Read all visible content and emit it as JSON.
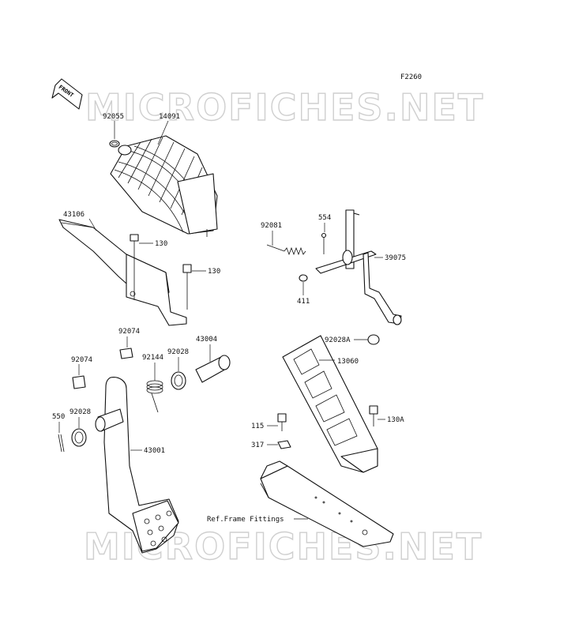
{
  "diagram": {
    "figure_code": "F2260",
    "front_label": "FRONT",
    "watermark": "MICROFICHES.NET",
    "ref_label": "Ref.Frame Fittings",
    "parts": {
      "p92055": "92055",
      "p14091": "14091",
      "p43106": "43106",
      "p130a": "130",
      "p130b": "130",
      "p92081": "92081",
      "p554": "554",
      "p39075": "39075",
      "p411": "411",
      "p92074a": "92074",
      "p92074b": "92074",
      "p43004": "43004",
      "p92144": "92144",
      "p92028a": "92028",
      "p92028b": "92028",
      "p550": "550",
      "p43001": "43001",
      "p92028A": "92028A",
      "p13060": "13060",
      "p115": "115",
      "p130A": "130A",
      "p317": "317"
    }
  }
}
